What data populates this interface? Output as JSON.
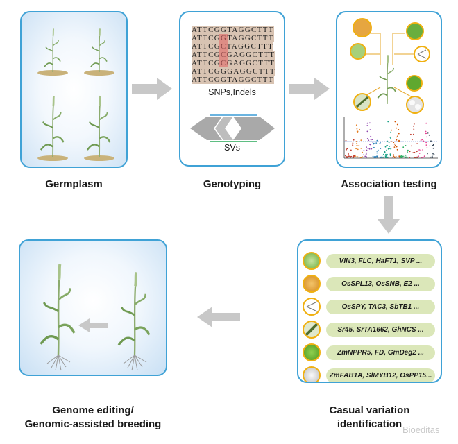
{
  "captions": {
    "germplasm": "Germplasm",
    "genotyping": "Genotyping",
    "association": "Association testing",
    "casual_line1": "Casual variation",
    "casual_line2": "identification",
    "editing_line1": "Genome editing/",
    "editing_line2": "Genomic-assisted breeding"
  },
  "genotyping": {
    "sequences": [
      "ATTCGGTAGGCTTT",
      "ATTCGGTAGGCTTT",
      "ATTCGCTAGGCTTT",
      "ATTCGCGAGGCTTT",
      "ATTCGCGAGGCTTT",
      "ATTCGGGAGGCTTT",
      "ATTCGGTAGGCTTT"
    ],
    "snp_label": "SNPs,Indels",
    "sv_label": "SVs"
  },
  "genes": [
    {
      "icon": "green-spike-icon",
      "text": "VIN3, FLC, HaFT1, SVP ..."
    },
    {
      "icon": "grain-icon",
      "text": "OsSPL13, OsSNB, E2 ..."
    },
    {
      "icon": "leaf-angle-icon",
      "text": "OsSPY, TAC3, SbTB1 ..."
    },
    {
      "icon": "stem-icon",
      "text": "Sr45, SrTA1662, GhNCS ..."
    },
    {
      "icon": "leaf-icon",
      "text": "ZmNPPR5, FD, GmDeg2 ..."
    },
    {
      "icon": "flower-icon",
      "text": "ZmFAB1A, SlMYB12, OsPP15..."
    }
  ],
  "watermark": "Bioeditas",
  "colors": {
    "border": "#3fa2d6",
    "arrow": "#c8c8c8",
    "gene_pill": "#dbe7b9",
    "icon_ring": "#f0b010",
    "snp_highlight": "#e26060"
  }
}
